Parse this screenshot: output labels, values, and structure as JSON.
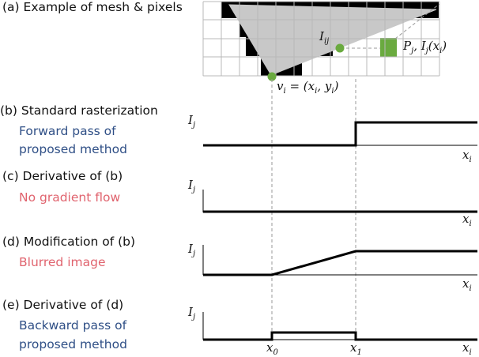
{
  "panels": {
    "a": {
      "title": "(a) Example of mesh & pixels"
    },
    "b": {
      "title": "(b) Standard rasterization",
      "note1": "Forward pass of",
      "note2": "proposed method"
    },
    "c": {
      "title": "(c) Derivative of (b)",
      "note1": "No gradient flow"
    },
    "d": {
      "title": "(d) Modification of (b)",
      "note1": "Blurred image"
    },
    "e": {
      "title": "(e) Derivative of (d)",
      "note1": "Backward pass of",
      "note2": "proposed method"
    }
  },
  "math": {
    "vertex": "v",
    "vertex_sub": "i",
    "vertex_eq": " = (",
    "vertex_x": "x",
    "vertex_y": "y",
    "intersect": "I",
    "intersect_sub": "ij",
    "pixel": "P",
    "pixel_sub": "j",
    "pixel_val": ", I",
    "pixel_val_sub": "j",
    "pixel_arg": "(x",
    "ylabel": "I",
    "ylabel_sub": "j",
    "xlabel": "x",
    "xlabel_sub": "i",
    "x0": "x",
    "x0_sub": "0",
    "x1": "x",
    "x1_sub": "1"
  },
  "colors": {
    "triangle": "#c8c8c8",
    "highlight_pixel": "#6aaa3f",
    "vertex_dot": "#6aaa3f",
    "blue_text": "#2f4f86",
    "red_text": "#e0636e"
  }
}
